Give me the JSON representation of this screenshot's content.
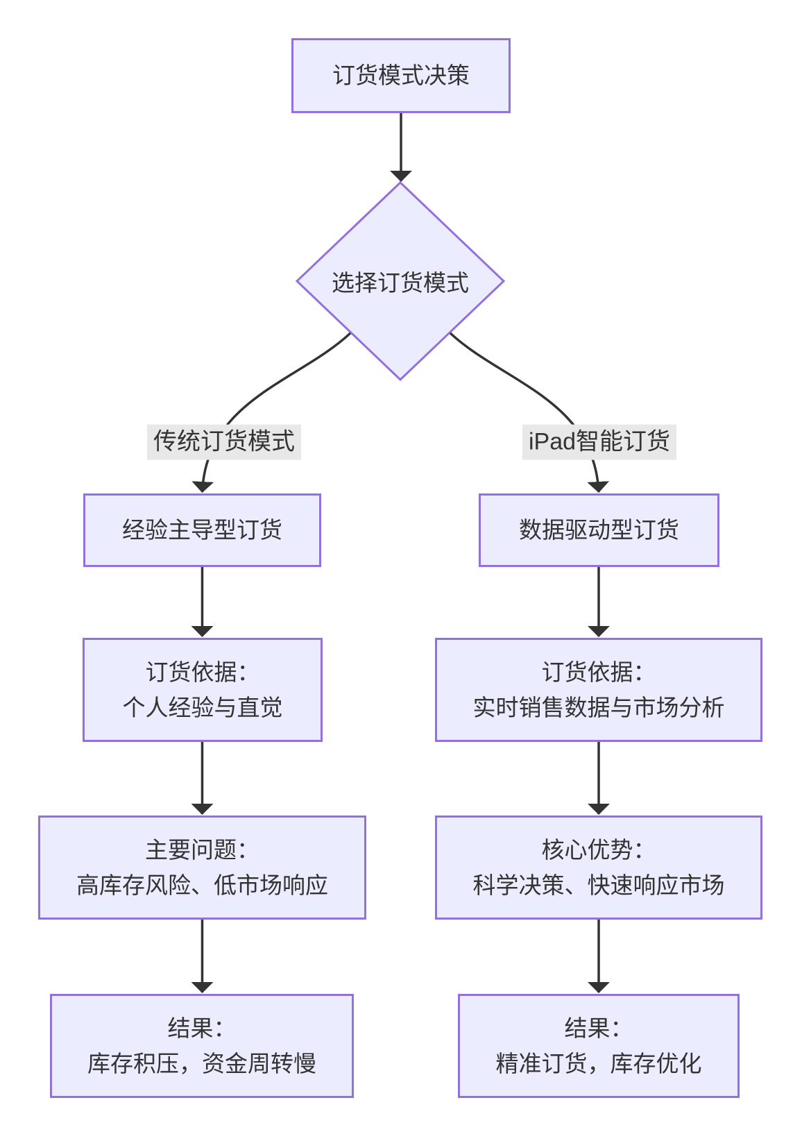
{
  "diagram": {
    "type": "flowchart",
    "direction": "top-down",
    "colors": {
      "node_fill": "#ECECFF",
      "node_border": "#9370DB",
      "text": "#333333",
      "edge": "#333333",
      "edge_label_bg": "#e8e8e8",
      "background": "#ffffff"
    },
    "nodes": {
      "start": {
        "label": "订货模式决策",
        "shape": "rect"
      },
      "decision": {
        "label": "选择订货模式",
        "shape": "diamond"
      },
      "exp1": {
        "label": "经验主导型订货",
        "shape": "rect"
      },
      "exp2": {
        "line1": "订货依据：",
        "line2": "个人经验与直觉",
        "shape": "rect"
      },
      "exp3": {
        "line1": "主要问题：",
        "line2": "高库存风险、低市场响应",
        "shape": "rect"
      },
      "exp4": {
        "line1": "结果：",
        "line2": "库存积压，资金周转慢",
        "shape": "rect"
      },
      "data1": {
        "label": "数据驱动型订货",
        "shape": "rect"
      },
      "data2": {
        "line1": "订货依据：",
        "line2": "实时销售数据与市场分析",
        "shape": "rect"
      },
      "data3": {
        "line1": "核心优势：",
        "line2": "科学决策、快速响应市场",
        "shape": "rect"
      },
      "data4": {
        "line1": "结果：",
        "line2": "精准订货，库存优化",
        "shape": "rect"
      }
    },
    "edge_labels": {
      "left_branch": "传统订货模式",
      "right_branch": "iPad智能订货"
    },
    "edges": [
      {
        "from": "start",
        "to": "decision"
      },
      {
        "from": "decision",
        "to": "exp1",
        "label": "传统订货模式"
      },
      {
        "from": "decision",
        "to": "data1",
        "label": "iPad智能订货"
      },
      {
        "from": "exp1",
        "to": "exp2"
      },
      {
        "from": "exp2",
        "to": "exp3"
      },
      {
        "from": "exp3",
        "to": "exp4"
      },
      {
        "from": "data1",
        "to": "data2"
      },
      {
        "from": "data2",
        "to": "data3"
      },
      {
        "from": "data3",
        "to": "data4"
      }
    ]
  }
}
